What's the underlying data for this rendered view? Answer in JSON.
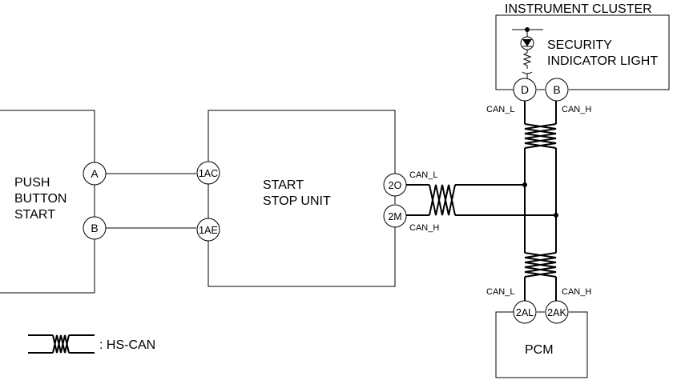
{
  "components": {
    "push_button_start": [
      "PUSH",
      "BUTTON",
      "START"
    ],
    "start_stop_unit": [
      "START",
      "STOP UNIT"
    ],
    "instrument_cluster": "INSTRUMENT CLUSTER",
    "security_indicator_light": [
      "SECURITY",
      "INDICATOR LIGHT"
    ],
    "pcm": "PCM"
  },
  "pins": {
    "psb_a": "A",
    "psb_b": "B",
    "ssu_1ac": "1AC",
    "ssu_1ae": "1AE",
    "ssu_2o": "2O",
    "ssu_2m": "2M",
    "ic_d": "D",
    "ic_b": "B",
    "pcm_2al": "2AL",
    "pcm_2ak": "2AK"
  },
  "signals": {
    "ssu_can_l": "CAN_L",
    "ssu_can_h": "CAN_H",
    "ic_can_l": "CAN_L",
    "ic_can_h": "CAN_H",
    "pcm_can_l": "CAN_L",
    "pcm_can_h": "CAN_H"
  },
  "legend": {
    "label": ": HS-CAN"
  }
}
